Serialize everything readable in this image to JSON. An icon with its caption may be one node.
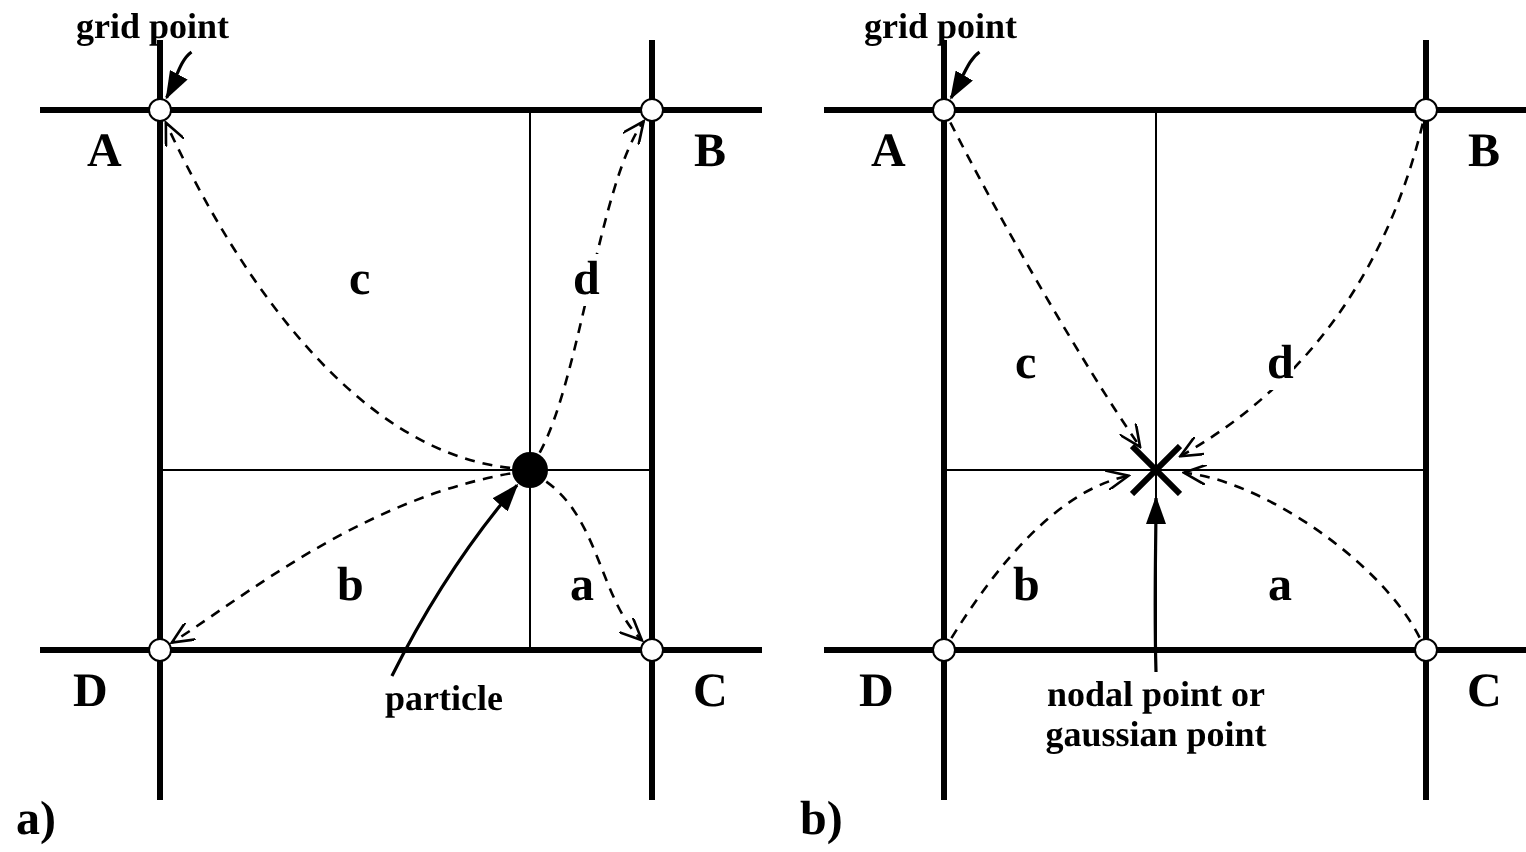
{
  "diagram": {
    "nodes": [
      {
        "text": [
          "grid point"
        ]
      },
      {
        "text": [],
        "shape": "circle",
        "beside": [
          "A"
        ]
      },
      {
        "text": [],
        "shape": "circle",
        "beside": [
          "B"
        ]
      },
      {
        "text": [],
        "shape": "circle"
      },
      {
        "text": [],
        "shape": "circle",
        "beside": [
          "D"
        ]
      },
      {
        "text": [],
        "shape": "circle",
        "beside": [
          "C"
        ]
      },
      {
        "text": [
          "particle"
        ]
      },
      {
        "text": [
          "grid point"
        ]
      },
      {
        "text": [],
        "shape": "circle",
        "beside": [
          "A"
        ]
      },
      {
        "text": [],
        "shape": "circle",
        "beside": [
          "B"
        ]
      },
      {
        "text": [],
        "shape": "cross"
      },
      {
        "text": [],
        "shape": "circle",
        "beside": [
          "D"
        ]
      },
      {
        "text": [],
        "shape": "circle",
        "beside": [
          "C"
        ]
      },
      {
        "text": [
          "nodal point or gaussian point"
        ]
      }
    ],
    "edges": [
      {
        "from": 0,
        "to": 1,
        "arrow": "to"
      },
      {
        "from": 3,
        "to": 1,
        "arrow": "to",
        "label": "c",
        "style": "dashed"
      },
      {
        "from": 3,
        "to": 2,
        "arrow": "to",
        "label": "d",
        "style": "dashed"
      },
      {
        "from": 3,
        "to": 4,
        "arrow": "to",
        "label": "b",
        "style": "dashed"
      },
      {
        "from": 3,
        "to": 5,
        "arrow": "to",
        "label": "a",
        "style": "dashed"
      },
      {
        "from": 6,
        "to": 3,
        "arrow": "to"
      },
      {
        "from": 7,
        "to": 8,
        "arrow": "to"
      },
      {
        "from": 8,
        "to": 10,
        "arrow": "to",
        "label": "c",
        "style": "dashed"
      },
      {
        "from": 9,
        "to": 10,
        "arrow": "to",
        "label": "d",
        "style": "dashed"
      },
      {
        "from": 11,
        "to": 10,
        "arrow": "to",
        "label": "b",
        "style": "dashed"
      },
      {
        "from": 12,
        "to": 10,
        "arrow": "to",
        "label": "a",
        "style": "dashed"
      },
      {
        "from": 13,
        "to": 10,
        "arrow": "to"
      }
    ],
    "labels": [
      "a)",
      "b)"
    ]
  }
}
